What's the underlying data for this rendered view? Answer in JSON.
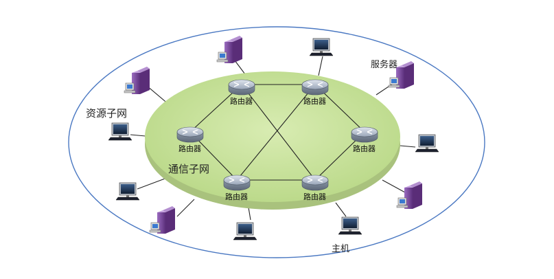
{
  "labels": {
    "resource_subnet": "资源子网",
    "comm_subnet": "通信子网",
    "server": "服务器",
    "host": "主机",
    "router": "路由器"
  },
  "routers": [
    {
      "id": "r-top-left"
    },
    {
      "id": "r-top-right"
    },
    {
      "id": "r-left"
    },
    {
      "id": "r-right"
    },
    {
      "id": "r-bottom-left"
    },
    {
      "id": "r-bottom-right"
    }
  ],
  "links": [
    [
      "r-top-left",
      "r-top-right"
    ],
    [
      "r-top-left",
      "r-left"
    ],
    [
      "r-top-left",
      "r-bottom-right"
    ],
    [
      "r-top-right",
      "r-right"
    ],
    [
      "r-top-right",
      "r-bottom-left"
    ],
    [
      "r-left",
      "r-bottom-left"
    ],
    [
      "r-bottom-left",
      "r-bottom-right"
    ],
    [
      "r-bottom-right",
      "r-right"
    ]
  ],
  "colors": {
    "outer_ellipse_stroke": "#4a78c2",
    "inner_disc_fill": "#c9e39a",
    "inner_disc_side": "#a9c27d",
    "router_body": "#8b98a8",
    "server_body": "#7a4a9a",
    "monitor_screen": "#1c2f4a",
    "link": "#222222"
  }
}
